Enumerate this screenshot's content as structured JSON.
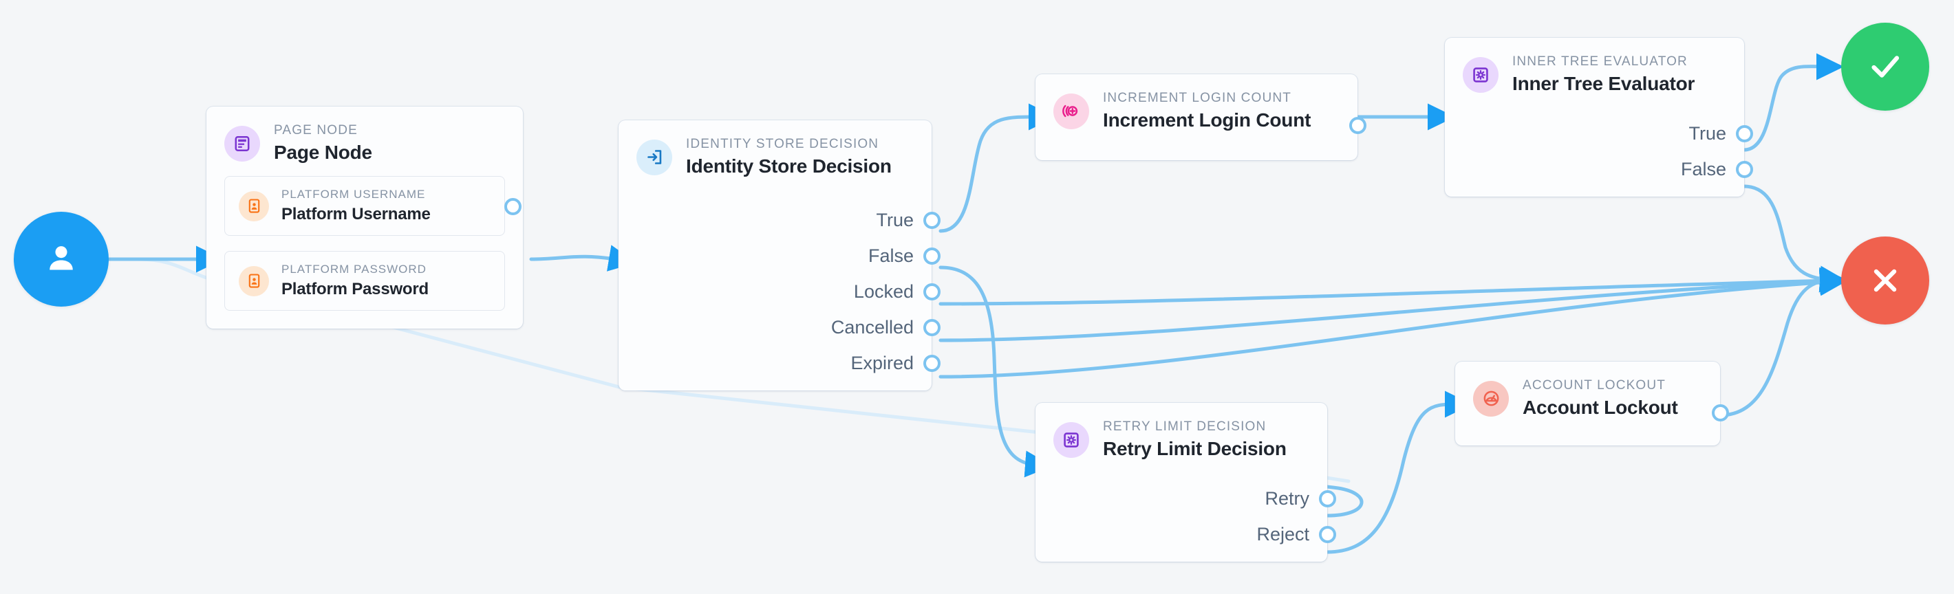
{
  "canvas": {
    "background": "#f4f6f8",
    "edge_color": "#7cc3f0",
    "edge_faded_color": "#d9ecfa",
    "arrow_color": "#1b9ef3"
  },
  "nodes": {
    "start": {
      "name": "start-node",
      "icon": "user-icon",
      "color": "#1b9ef3",
      "label": ""
    },
    "page_node": {
      "kicker": "PAGE NODE",
      "title": "Page Node",
      "icon": "page-icon",
      "badge_bg": "#e9d8fd",
      "icon_color": "#7b34d1",
      "children": [
        {
          "kicker": "PLATFORM USERNAME",
          "title": "Platform Username",
          "icon": "id-card-icon",
          "badge_bg": "#fde6d0",
          "icon_color": "#f97316",
          "has_port": true
        },
        {
          "kicker": "PLATFORM PASSWORD",
          "title": "Platform Password",
          "icon": "id-card-icon",
          "badge_bg": "#fde6d0",
          "icon_color": "#f97316",
          "has_port": false
        }
      ]
    },
    "identity_store_decision": {
      "kicker": "IDENTITY STORE DECISION",
      "title": "Identity Store Decision",
      "icon": "login-arrow-icon",
      "badge_bg": "#daeefb",
      "icon_color": "#1878c4",
      "outcomes": [
        "True",
        "False",
        "Locked",
        "Cancelled",
        "Expired"
      ]
    },
    "increment_login_count": {
      "kicker": "INCREMENT LOGIN COUNT",
      "title": "Increment Login Count",
      "icon": "increment-icon",
      "badge_bg": "#fbd5e6",
      "icon_color": "#e91e8c",
      "outcomes": []
    },
    "inner_tree_evaluator": {
      "kicker": "INNER TREE EVALUATOR",
      "title": "Inner Tree Evaluator",
      "icon": "gear-square-icon",
      "badge_bg": "#e9d8fd",
      "icon_color": "#7b34d1",
      "outcomes": [
        "True",
        "False"
      ]
    },
    "retry_limit_decision": {
      "kicker": "RETRY LIMIT DECISION",
      "title": "Retry Limit Decision",
      "icon": "gear-square-icon",
      "badge_bg": "#e9d8fd",
      "icon_color": "#7b34d1",
      "outcomes": [
        "Retry",
        "Reject"
      ]
    },
    "account_lockout": {
      "kicker": "ACCOUNT LOCKOUT",
      "title": "Account Lockout",
      "icon": "gauge-icon",
      "badge_bg": "#f8c7c1",
      "icon_color": "#f0614e",
      "outcomes": []
    },
    "success": {
      "name": "success-node",
      "icon": "check-icon",
      "color": "#2ecc71"
    },
    "failure": {
      "name": "failure-node",
      "icon": "cross-icon",
      "color": "#f0614e"
    }
  }
}
